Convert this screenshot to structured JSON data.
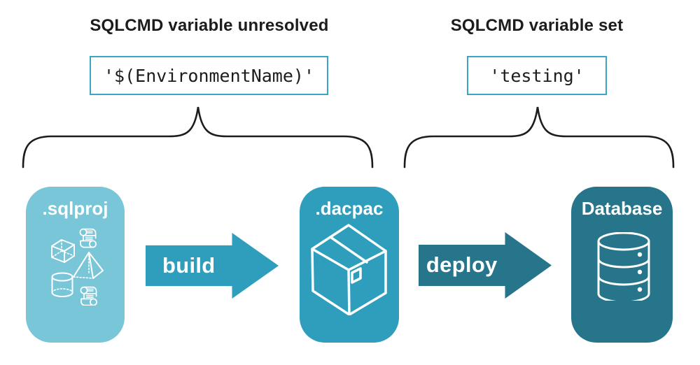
{
  "annotations": {
    "left": {
      "title": "SQLCMD variable unresolved",
      "code": "'$(EnvironmentName)'"
    },
    "right": {
      "title": "SQLCMD variable set",
      "code": "'testing'"
    }
  },
  "pipeline": {
    "nodes": [
      {
        "id": "sqlproj",
        "label": ".sqlproj",
        "icon": "sql-project-objects-icon"
      },
      {
        "id": "dacpac",
        "label": ".dacpac",
        "icon": "package-box-icon"
      },
      {
        "id": "database",
        "label": "Database",
        "icon": "database-cylinder-icon"
      }
    ],
    "arrows": [
      {
        "label": "build"
      },
      {
        "label": "deploy"
      }
    ]
  },
  "colors": {
    "node-light": "#79C6D9",
    "node-mid": "#2E9EBC",
    "node-dark": "#26758B",
    "code-box-border": "#3BA6C4",
    "text": "#1C1C1C",
    "label-on-dark": "#FFFFFF"
  }
}
